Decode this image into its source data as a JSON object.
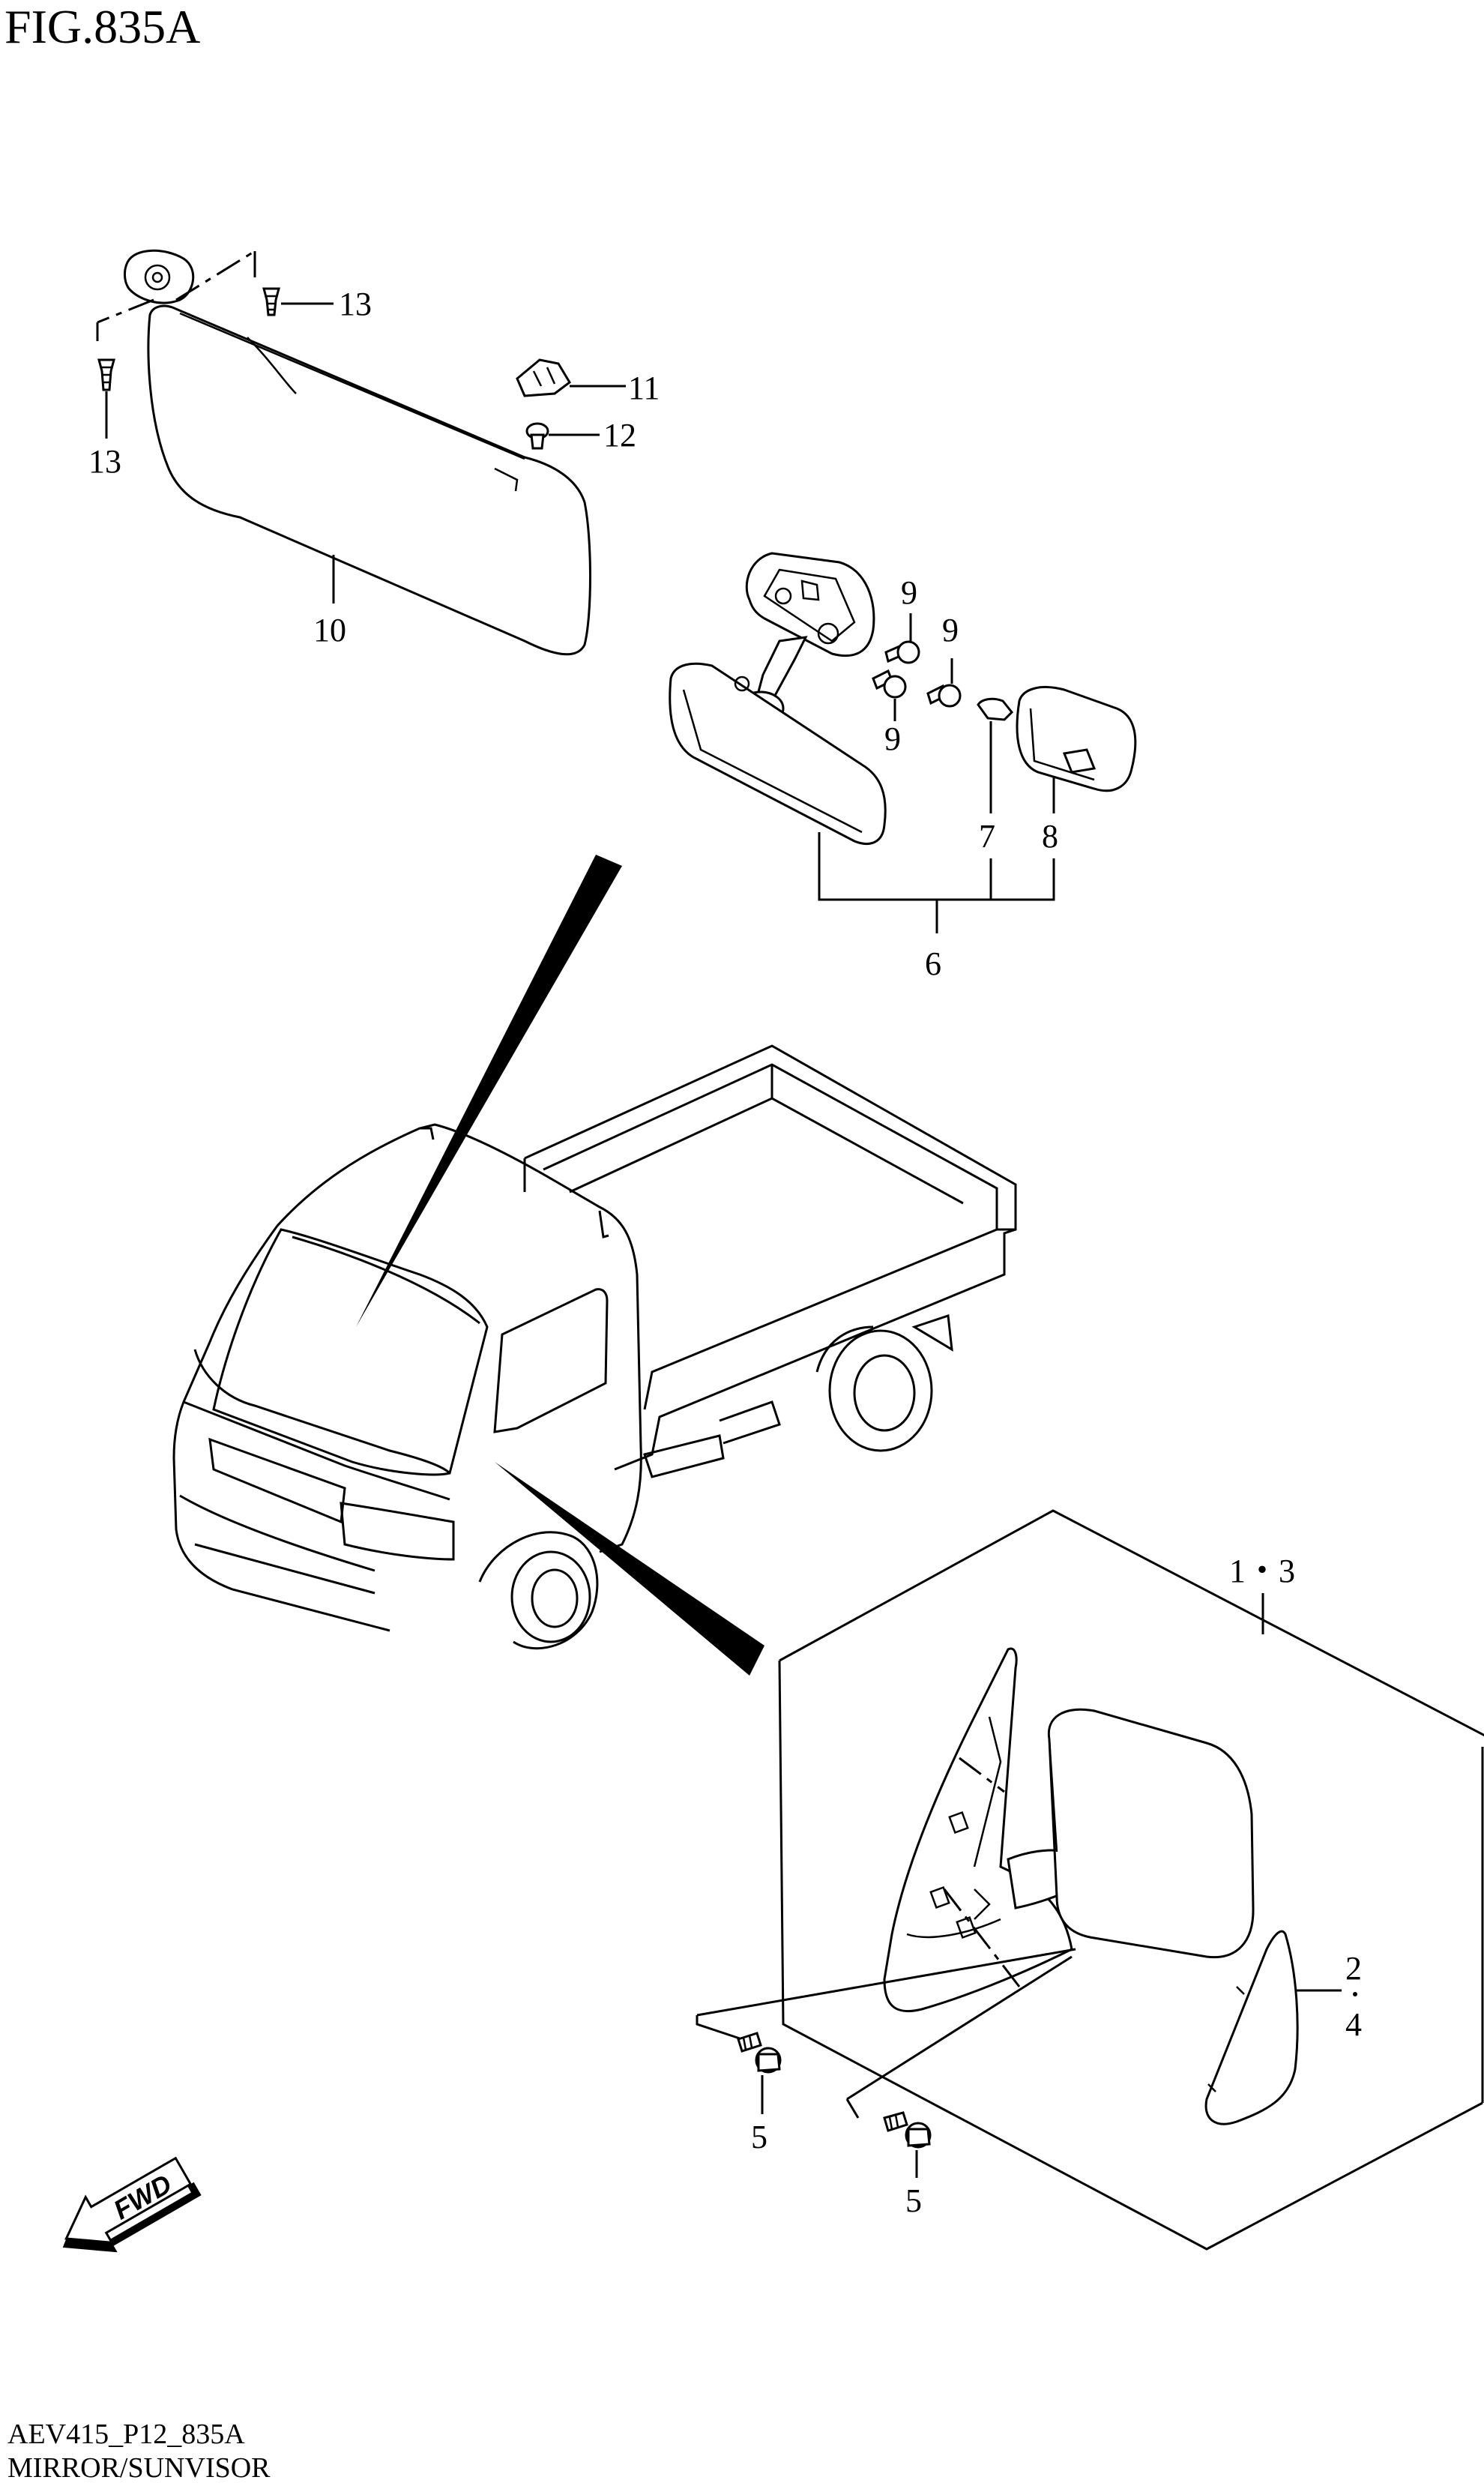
{
  "figure": {
    "title": "FIG.835A",
    "doc_code": "AEV415_P12_835A",
    "section": "MIRROR/SUNVISOR"
  },
  "callouts": {
    "c13a": "13",
    "c13b": "13",
    "c11": "11",
    "c12": "12",
    "c10": "10",
    "c9a": "9",
    "c9b": "9",
    "c9c": "9",
    "c7": "7",
    "c8": "8",
    "c6": "6",
    "c13pair": "1・3",
    "c2": "2",
    "c4": "4",
    "c5a": "5",
    "c5b": "5"
  },
  "fwd_label": "FWD"
}
